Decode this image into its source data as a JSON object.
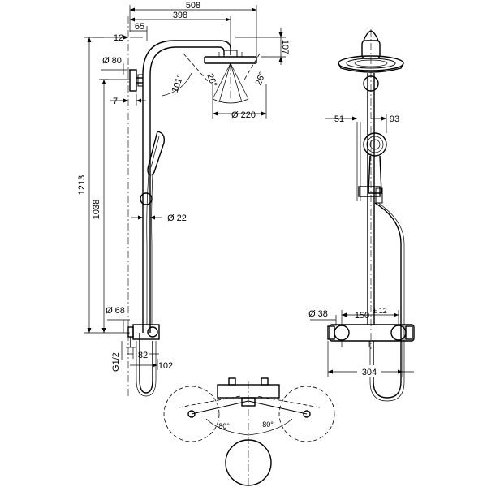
{
  "side_view": {
    "dim_width_total": "508",
    "dim_width_arm": "398",
    "dim_top_offset": "65",
    "dim_pipe_offset": "12",
    "dim_head_drop": "107",
    "dim_wall_bracket": "Ø 80",
    "dim_bracket_offset": "7",
    "dim_arm_angle": "101°",
    "dim_tilt_left": "26°",
    "dim_tilt_right": "26°",
    "dim_head_diameter": "Ø 220",
    "dim_total_height": "1213",
    "dim_bar_height": "1038",
    "dim_pipe_diameter": "Ø 22",
    "dim_mixer_rosette": "Ø 68",
    "dim_connection": "G1/2",
    "dim_mixer_depth": "82",
    "dim_mixer_projection": "102"
  },
  "front_view": {
    "dim_hand_left": "51",
    "dim_hand_right": "93",
    "dim_valve_diameter": "Ø 38",
    "dim_centers": "150",
    "dim_centers_tolerance": "± 12",
    "dim_mixer_width": "304"
  },
  "top_view": {
    "dim_angle_left": "80°",
    "dim_angle_right": "80°"
  }
}
